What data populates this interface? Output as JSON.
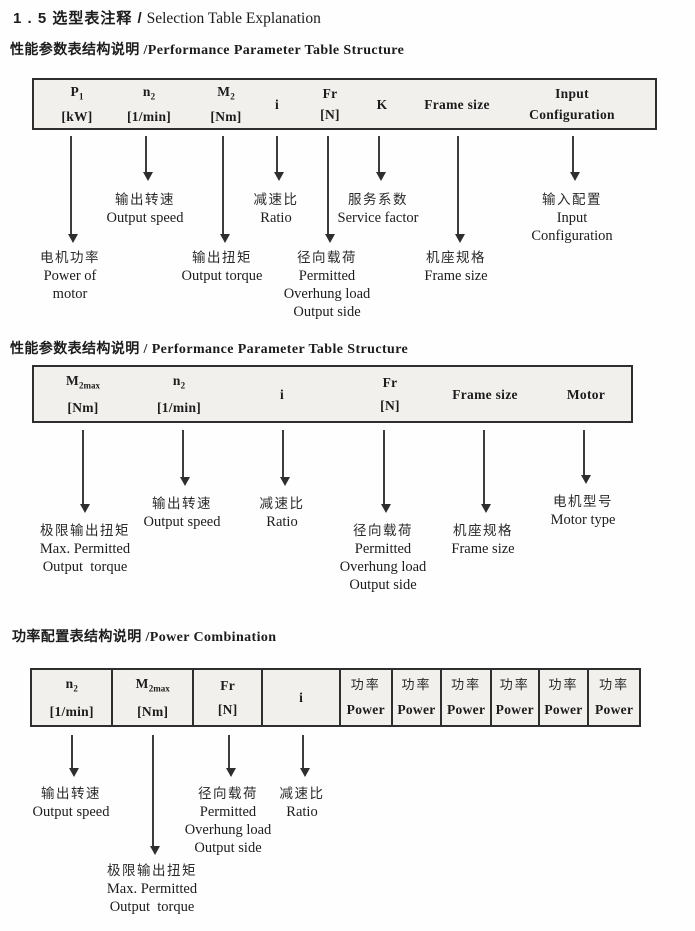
{
  "title": {
    "zh": "1 . 5 选型表注释 /",
    "en": " Selection Table Explanation"
  },
  "sections": [
    {
      "heading": "性能参数表结构说明 /Performance Parameter Table Structure",
      "table": {
        "columns": [
          {
            "l1": "P",
            "sub": "1",
            "l2": "[kW]"
          },
          {
            "l1": "n",
            "sub": "2",
            "l2": "[1/min]"
          },
          {
            "l1": "M",
            "sub": "2",
            "l2": "[Nm]"
          },
          {
            "l1": "i",
            "sub": "",
            "l2": ""
          },
          {
            "l1": "Fr",
            "sub": "",
            "l2": "[N]"
          },
          {
            "l1": "K",
            "sub": "",
            "l2": ""
          },
          {
            "l1": "Frame size",
            "sub": "",
            "l2": ""
          },
          {
            "l1": "Input",
            "sub": "",
            "l2": "Configuration"
          }
        ]
      },
      "labels": [
        {
          "zh": "电机功率",
          "en1": "Power of",
          "en2": "motor",
          "en3": ""
        },
        {
          "zh": "输出转速",
          "en1": "Output speed",
          "en2": "",
          "en3": ""
        },
        {
          "zh": "输出扭矩",
          "en1": "Output torque",
          "en2": "",
          "en3": ""
        },
        {
          "zh": "减速比",
          "en1": "Ratio",
          "en2": "",
          "en3": ""
        },
        {
          "zh": "径向载荷",
          "en1": "Permitted",
          "en2": "Overhung load",
          "en3": "Output side"
        },
        {
          "zh": "服务系数",
          "en1": "Service factor",
          "en2": "",
          "en3": ""
        },
        {
          "zh": "机座规格",
          "en1": "Frame size",
          "en2": "",
          "en3": ""
        },
        {
          "zh": "输入配置",
          "en1": "Input",
          "en2": "Configuration",
          "en3": ""
        }
      ]
    },
    {
      "heading": "性能参数表结构说明 / Performance Parameter Table Structure",
      "table": {
        "columns": [
          {
            "l1": "M",
            "sub": "2max",
            "l2": "[Nm]"
          },
          {
            "l1": "n",
            "sub": "2",
            "l2": "[1/min]"
          },
          {
            "l1": "i",
            "sub": "",
            "l2": ""
          },
          {
            "l1": "Fr",
            "sub": "",
            "l2": "[N]"
          },
          {
            "l1": "Frame size",
            "sub": "",
            "l2": ""
          },
          {
            "l1": "Motor",
            "sub": "",
            "l2": ""
          }
        ]
      },
      "labels": [
        {
          "zh": "极限输出扭矩",
          "en1": "Max. Permitted",
          "en2": "Output  torque",
          "en3": ""
        },
        {
          "zh": "输出转速",
          "en1": "Output speed",
          "en2": "",
          "en3": ""
        },
        {
          "zh": "减速比",
          "en1": "Ratio",
          "en2": "",
          "en3": ""
        },
        {
          "zh": "径向载荷",
          "en1": "Permitted",
          "en2": "Overhung load",
          "en3": "Output side"
        },
        {
          "zh": "机座规格",
          "en1": "Frame size",
          "en2": "",
          "en3": ""
        },
        {
          "zh": "电机型号",
          "en1": "Motor type",
          "en2": "",
          "en3": ""
        }
      ]
    },
    {
      "heading": "功率配置表结构说明 /Power Combination",
      "table": {
        "columns": [
          {
            "l1": "n",
            "sub": "2",
            "l2": "[1/min]"
          },
          {
            "l1": "M",
            "sub": "2max",
            "l2": "[Nm]"
          },
          {
            "l1": "Fr",
            "sub": "",
            "l2": "[N]"
          },
          {
            "l1": "i",
            "sub": "",
            "l2": ""
          }
        ],
        "power_columns": [
          {
            "zh": "功率",
            "en": "Power"
          },
          {
            "zh": "功率",
            "en": "Power"
          },
          {
            "zh": "功率",
            "en": "Power"
          },
          {
            "zh": "功率",
            "en": "Power"
          },
          {
            "zh": "功率",
            "en": "Power"
          },
          {
            "zh": "功率",
            "en": "Power"
          }
        ]
      },
      "labels": [
        {
          "zh": "输出转速",
          "en1": "Output speed",
          "en2": "",
          "en3": ""
        },
        {
          "zh": "极限输出扭矩",
          "en1": "Max. Permitted",
          "en2": "Output  torque",
          "en3": ""
        },
        {
          "zh": "径向载荷",
          "en1": "Permitted",
          "en2": "Overhung load",
          "en3": "Output side"
        },
        {
          "zh": "减速比",
          "en1": "Ratio",
          "en2": "",
          "en3": ""
        }
      ]
    }
  ]
}
